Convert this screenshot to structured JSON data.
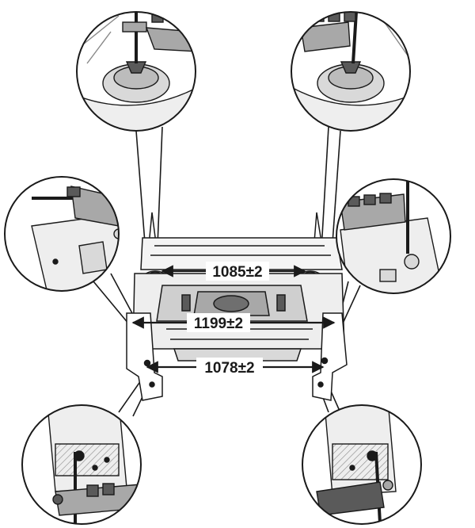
{
  "diagram": {
    "dimensions": [
      {
        "id": "strut-tower-span",
        "value": "1085±2"
      },
      {
        "id": "front-rail-span",
        "value": "1199±2"
      },
      {
        "id": "rear-mount-span",
        "value": "1078±2"
      }
    ],
    "callouts": [
      "upper-left-strut-mount",
      "upper-right-strut-mount",
      "middle-left-rail-bracket",
      "middle-right-rail-bracket",
      "lower-left-mount-bracket",
      "lower-right-mount-bracket"
    ],
    "colors": {
      "line": "#1a1a1a",
      "fill_light": "#d9d9d9",
      "fill_mid": "#a8a8a8",
      "fill_dark": "#5a5a5a",
      "background": "#ffffff"
    }
  }
}
